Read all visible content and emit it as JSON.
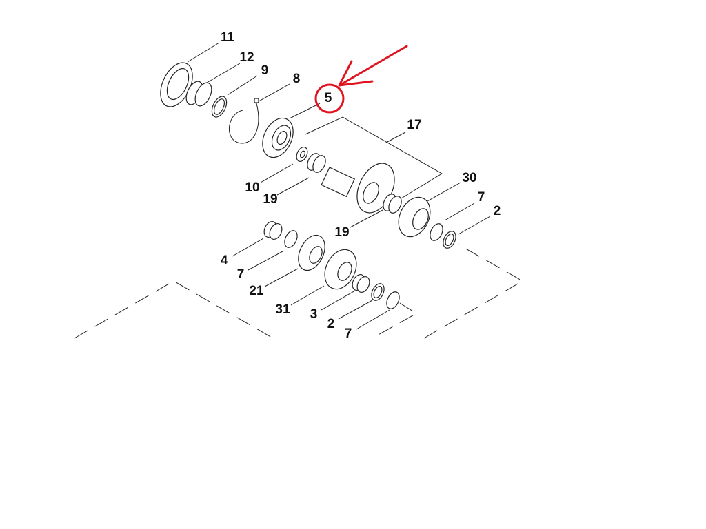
{
  "diagram": {
    "type": "exploded parts diagram",
    "callouts": [
      "11",
      "12",
      "9",
      "8",
      "5",
      "17",
      "10",
      "19",
      "30",
      "7",
      "2",
      "19",
      "4",
      "7",
      "21",
      "31",
      "3",
      "2",
      "7"
    ],
    "highlight": {
      "label": "5",
      "color": "#e0141e"
    }
  }
}
